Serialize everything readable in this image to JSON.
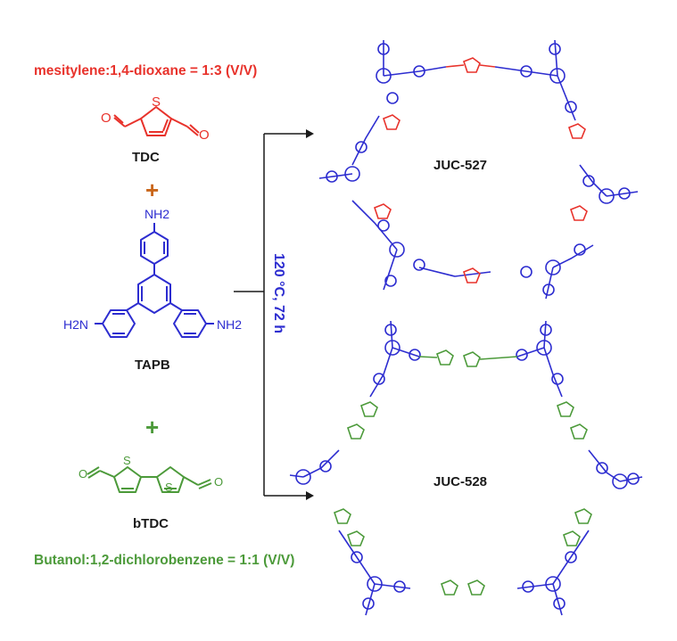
{
  "reaction": {
    "solvent_tdc": "mesitylene:1,4-dioxane = 1:3 (V/V)",
    "solvent_btdc": "Butanol:1,2-dichlorobenzene = 1:1 (V/V)",
    "conditions": "120 °C, 72 h",
    "plus": "+"
  },
  "molecules": {
    "tdc": {
      "name": "TDC",
      "o": "O",
      "s": "S"
    },
    "tapb": {
      "name": "TAPB",
      "nh2": "NH2",
      "h2n": "H2N"
    },
    "btdc": {
      "name": "bTDC",
      "o": "O",
      "s": "S"
    }
  },
  "products": {
    "cof1": "JUC-527",
    "cof2": "JUC-528"
  },
  "colors": {
    "tdc": "#e8322b",
    "tapb": "#2d2dd0",
    "btdc": "#4c9a3a",
    "plus": "#c9661a",
    "text": "#1a1a1a"
  }
}
